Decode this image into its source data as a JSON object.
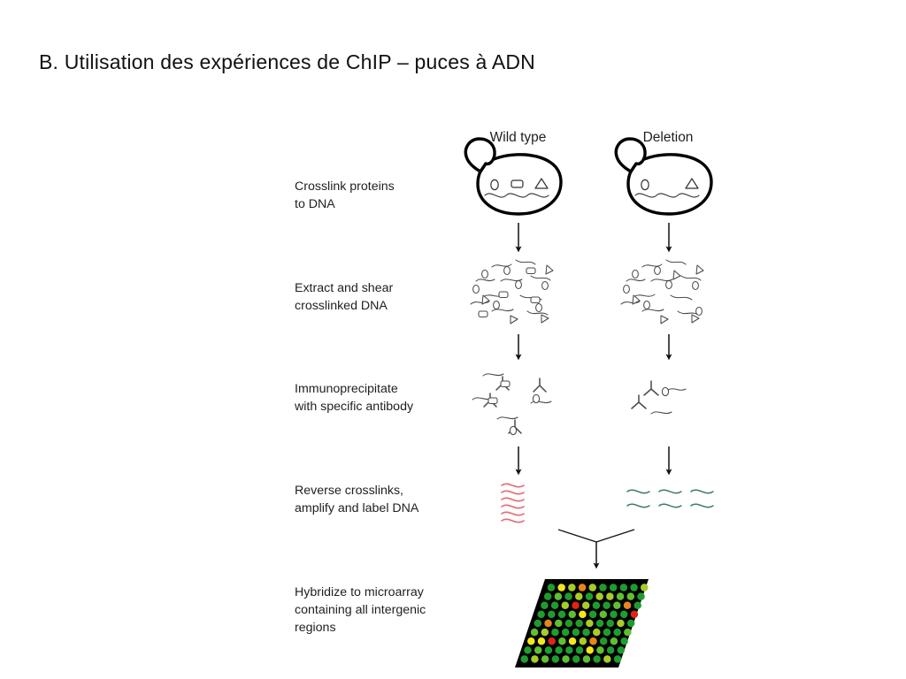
{
  "slide": {
    "title": "B. Utilisation des expériences de ChIP – puces à ADN",
    "background_color": "#ffffff",
    "text_color": "#1a1a1a"
  },
  "diagram": {
    "name": "chip-chip-workflow",
    "columns": [
      {
        "id": "wildtype",
        "label": "Wild type",
        "strand_color": "#e36a74"
      },
      {
        "id": "deletion",
        "label": "Deletion",
        "strand_color": "#3f7d5c"
      }
    ],
    "steps": [
      {
        "id": "crosslink",
        "label_line_1": "Crosslink proteins",
        "label_line_2": "to DNA",
        "label_line_3": ""
      },
      {
        "id": "extract-shear",
        "label_line_1": "Extract and shear",
        "label_line_2": "crosslinked DNA",
        "label_line_3": ""
      },
      {
        "id": "immunoprecipitate",
        "label_line_1": "Immunoprecipitate",
        "label_line_2": "with specific antibody",
        "label_line_3": ""
      },
      {
        "id": "reverse-crosslink",
        "label_line_1": "Reverse crosslinks,",
        "label_line_2": "amplify and label DNA",
        "label_line_3": ""
      },
      {
        "id": "hybridize",
        "label_line_1": "Hybridize to microarray",
        "label_line_2": "containing all intergenic",
        "label_line_3": "regions"
      }
    ],
    "cell": {
      "wildtype_proteins": [
        "circle",
        "rectangle",
        "triangle"
      ],
      "deletion_proteins": [
        "circle",
        "triangle"
      ]
    },
    "labeled_dna": {
      "wildtype_strand_count": 6,
      "deletion_strand_count": 6
    },
    "microarray": {
      "columns": 10,
      "rows": 9,
      "background_color": "#000000",
      "palette": {
        "green": "#1f9c2f",
        "green_light": "#5fbf33",
        "yellow_green": "#a8cc28",
        "yellow": "#f2e61e",
        "orange": "#e8861b",
        "red": "#e02316"
      },
      "spot_colors": [
        [
          "green",
          "yellow",
          "yellow_green",
          "orange",
          "yellow_green",
          "green",
          "green",
          "green",
          "green",
          "yellow_green"
        ],
        [
          "green",
          "green_light",
          "green",
          "yellow_green",
          "green",
          "yellow_green",
          "yellow_green",
          "green_light",
          "green_light",
          "green"
        ],
        [
          "green",
          "green",
          "yellow_green",
          "red",
          "yellow_green",
          "green",
          "green",
          "green_light",
          "orange",
          "green"
        ],
        [
          "green",
          "green",
          "green",
          "green_light",
          "yellow",
          "green",
          "green_light",
          "green",
          "green",
          "red"
        ],
        [
          "green",
          "orange",
          "green_light",
          "green",
          "green",
          "yellow_green",
          "green",
          "green",
          "yellow_green",
          "green"
        ],
        [
          "green_light",
          "yellow_green",
          "green",
          "green",
          "green",
          "green",
          "yellow_green",
          "green",
          "green",
          "green_light"
        ],
        [
          "yellow",
          "yellow",
          "red",
          "green_light",
          "yellow",
          "yellow_green",
          "orange",
          "green",
          "green_light",
          "green"
        ],
        [
          "green",
          "green_light",
          "green",
          "green",
          "green",
          "green",
          "yellow",
          "green_light",
          "green",
          "green"
        ],
        [
          "green",
          "yellow_green",
          "green_light",
          "green",
          "green_light",
          "green",
          "green_light",
          "green",
          "yellow_green",
          "green"
        ]
      ]
    }
  }
}
